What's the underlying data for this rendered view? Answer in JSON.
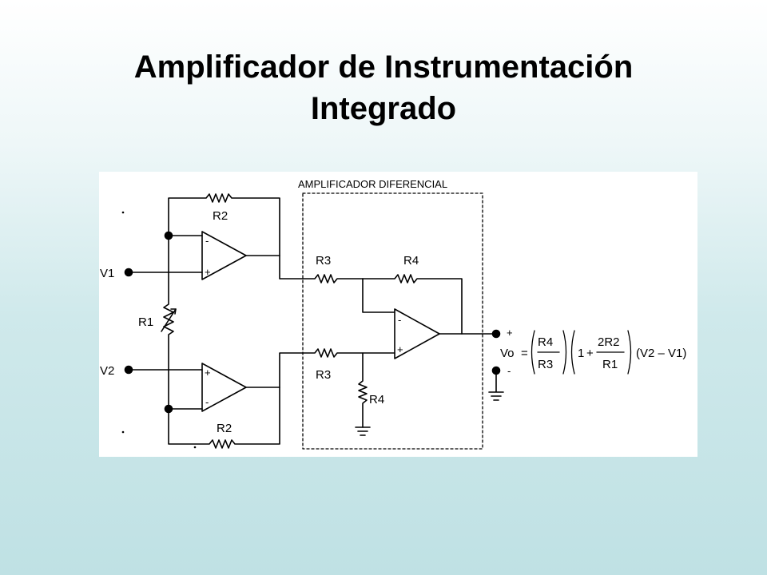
{
  "title": {
    "line1": "Amplificador de Instrumentación",
    "line2": "Integrado"
  },
  "diagram": {
    "box_label": "AMPLIFICADOR DIFERENCIAL",
    "inputs": {
      "v1": "V1",
      "v2": "V2"
    },
    "resistors": {
      "r1": "R1",
      "r2_top": "R2",
      "r2_bottom": "R2",
      "r3_top": "R3",
      "r3_bottom": "R3",
      "r4_top": "R4",
      "r4_bottom": "R4"
    },
    "opamp_signs": {
      "minus": "-",
      "plus": "+"
    },
    "output": {
      "plus": "+",
      "minus": "-",
      "vo": "Vo",
      "eq": "=",
      "frac1_num": "R4",
      "frac1_den": "R3",
      "one": "1",
      "plus_sign": "+",
      "frac2_num": "2R2",
      "frac2_den": "R1",
      "diff": "(V2 – V1)"
    }
  }
}
